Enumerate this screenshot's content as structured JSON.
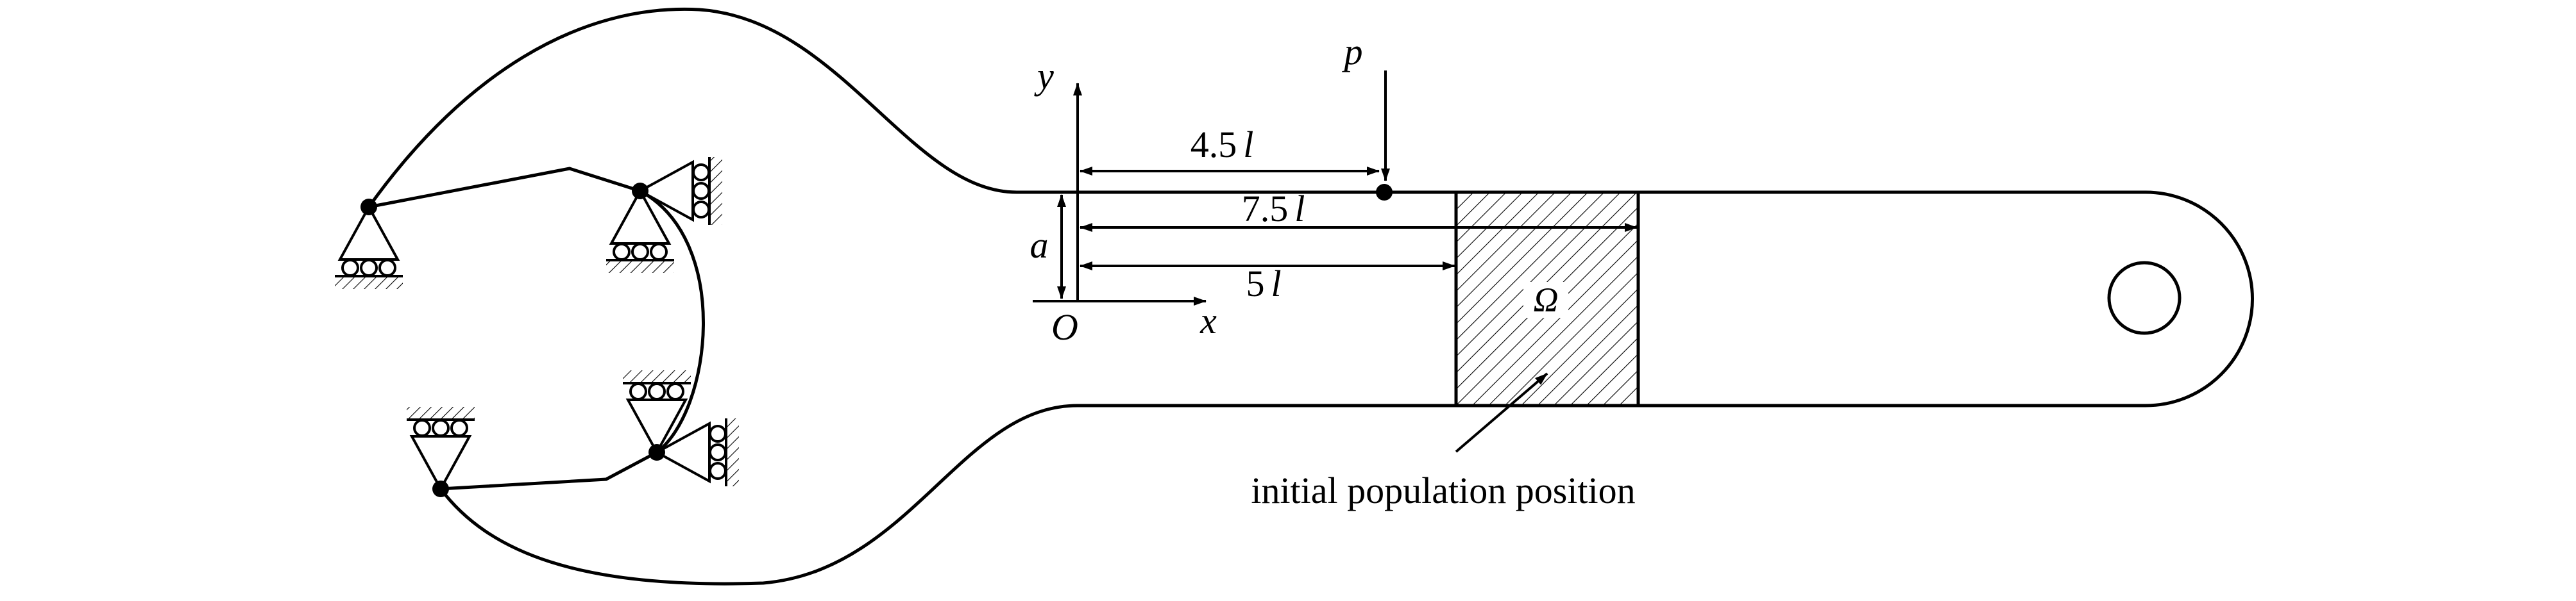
{
  "labels": {
    "axis_y": "y",
    "axis_x": "x",
    "origin": "O",
    "load": "p",
    "height": "a",
    "dim_load_num": "4.5",
    "dim_load_unit": "l",
    "dim_region_end_num": "7.5",
    "dim_region_end_unit": "l",
    "dim_region_start_num": "5",
    "dim_region_start_unit": "l",
    "region": "Ω",
    "caption": "initial population position"
  }
}
